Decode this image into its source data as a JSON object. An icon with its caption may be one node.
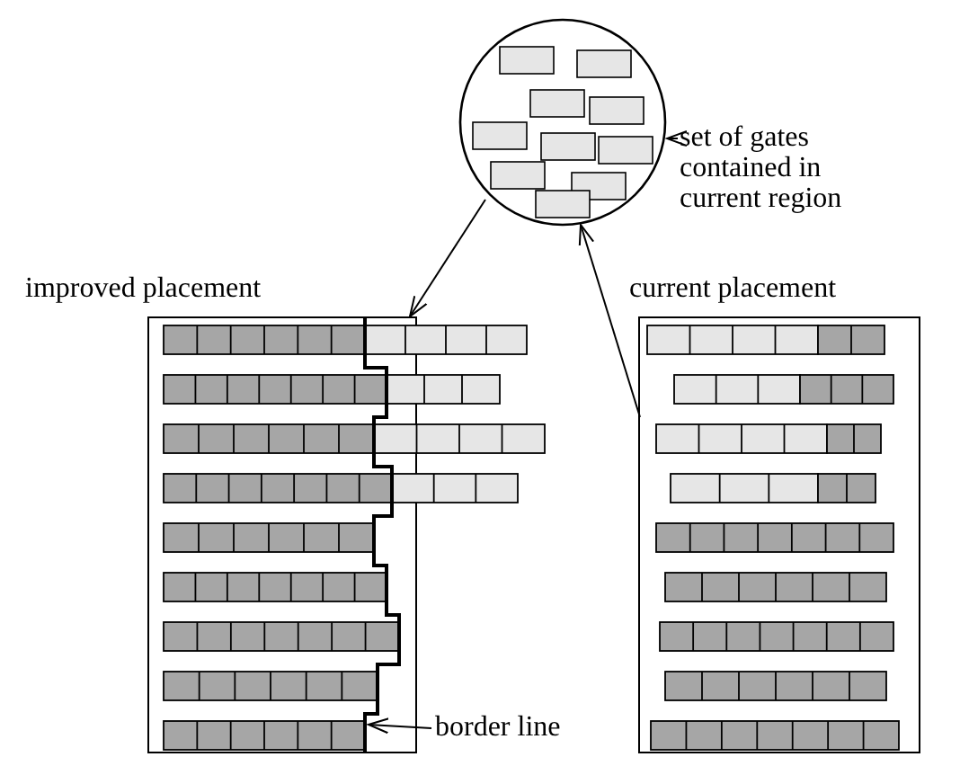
{
  "diagram": {
    "nodes": [
      {
        "text": [],
        "shape": "circle"
      },
      {
        "text": [
          "set of gates contained in current region"
        ]
      },
      {
        "text": [
          "improved placement"
        ]
      },
      {
        "text": [
          "current placement"
        ]
      },
      {
        "text": [
          "border line"
        ]
      },
      {
        "text": [],
        "shape": "line",
        "in": 2
      }
    ],
    "edges": [
      {
        "from": 1,
        "to": 0,
        "arrow": "to"
      },
      {
        "from": 0,
        "to": 2,
        "arrow": "to"
      },
      {
        "from": 3,
        "to": 0,
        "arrow": "to"
      },
      {
        "from": 4,
        "to": 5,
        "arrow": "to"
      }
    ]
  }
}
